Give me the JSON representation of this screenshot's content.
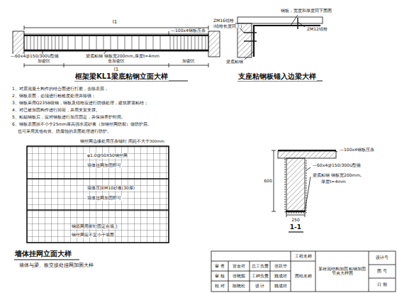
{
  "diagram": {
    "labels": [
      "—100x4钢板压条",
      "l1",
      "—60x4@150/300U型箍",
      "梁底粘钢 钢板宽200mm,厚度t=4mm",
      "加密区",
      "非加密区",
      "加密区",
      "l1",
      "框架梁KL1梁底粘钢立面大样",
      "1、对原混凝土构件的结合面进行打磨，去除表层，",
      "2、钢板表面，必须进行粗糙度处理并除锈；",
      "3、钢板采用Q235B级钢，钢板及锚栓应进行防锈处理，建筑胶需粘结；",
      "4、对已被加固构件进行卸荷，并用支架支撑。",
      "5、粘贴钢板后，应对钢板进行加压固定，并保持养护时间。",
      "6、钢板表面抹不小于25mm厚高强水泥砂浆（加钢丝网防裂）做防护层。",
      "也可采用其他有效、防腐蚀的表面处理进行防护。",
      "ZM16锚栓",
      "(锚栓长度同上)",
      "钢板，宽度和厚度同下面图",
      "ZM12锚栓",
      "梁底粘钢",
      "支座粘钢板锚入边梁大样",
      "—100x4钢板压条",
      "—60x4@150/300U型箍",
      "梁底粘钢 钢板宽200mm,",
      "厚度t=4mm",
      "600",
      "250",
      "1-1",
      "钢丝网边缘处用压条铺钉 间距不大于300mm",
      "φ1.0@50X50钢丝网",
      "墙体挂网加固即可",
      "墙体压抹M10砂浆(30厚)",
      "墙体挂网加固即可",
      "钢筋网用射钉固定在墙上",
      "钢丝网应不宜小于墙面",
      "墙体挂网立面大样",
      "墙体与梁、板交接处挂网加固大样",
      "审 查",
      "冒金祥",
      "总工负责",
      "张跃华",
      "审 核",
      "张晓辉",
      "工种负责",
      "魏成祥",
      "校 对",
      "陈晓松",
      "设 计",
      "魏成祥",
      "工程名称",
      "图纸名称",
      "某砖混结构加固 粘钢加固节点大样图",
      "设计号",
      "图 号",
      "日 期"
    ]
  }
}
